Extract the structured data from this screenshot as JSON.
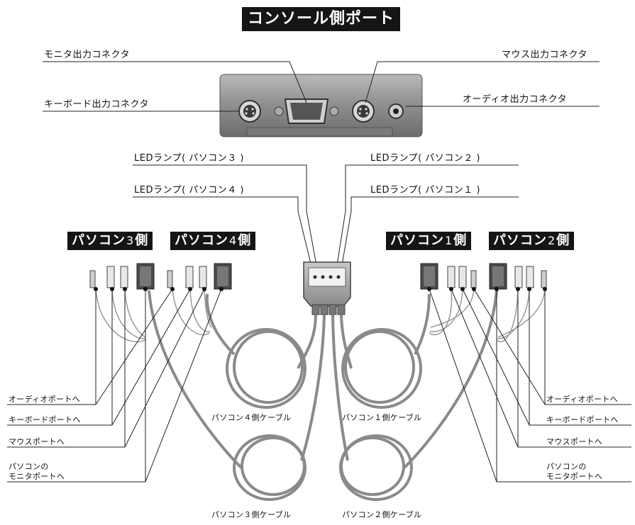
{
  "title": "コンソール側ポート",
  "console_labels": {
    "monitor_out": "モニタ出力コネクタ",
    "mouse_out": "マウス出力コネクタ",
    "keyboard_out": "キーボード出力コネクタ",
    "audio_out": "オーディオ出力コネクタ"
  },
  "led_labels": {
    "pc3": "LEDランプ( パソコン３ )",
    "pc2": "LEDランプ( パソコン２ )",
    "pc4": "LEDランプ( パソコン４ )",
    "pc1": "LEDランプ( パソコン１ )"
  },
  "pc_tags": [
    {
      "prefix": "パソコン",
      "num": "3",
      "suffix": "側"
    },
    {
      "prefix": "パソコン",
      "num": "4",
      "suffix": "側"
    },
    {
      "prefix": "パソコン",
      "num": "1",
      "suffix": "側"
    },
    {
      "prefix": "パソコン",
      "num": "2",
      "suffix": "側"
    }
  ],
  "port_labels_left": {
    "audio": "オーディオポートへ",
    "keyboard": "キーボードポートへ",
    "mouse": "マウスポートへ",
    "monitor_line1": "パソコンの",
    "monitor_line2": "モニタポートへ"
  },
  "port_labels_right": {
    "audio": "オーディオポートへ",
    "keyboard": "キーボードポートへ",
    "mouse": "マウスポートへ",
    "monitor_line1": "パソコンの",
    "monitor_line2": "モニタポートへ"
  },
  "cable_labels": {
    "pc4": "パソコン４側ケーブル",
    "pc1": "パソコン１側ケーブル",
    "pc3": "パソコン３側ケーブル",
    "pc2": "パソコン２側ケーブル"
  }
}
